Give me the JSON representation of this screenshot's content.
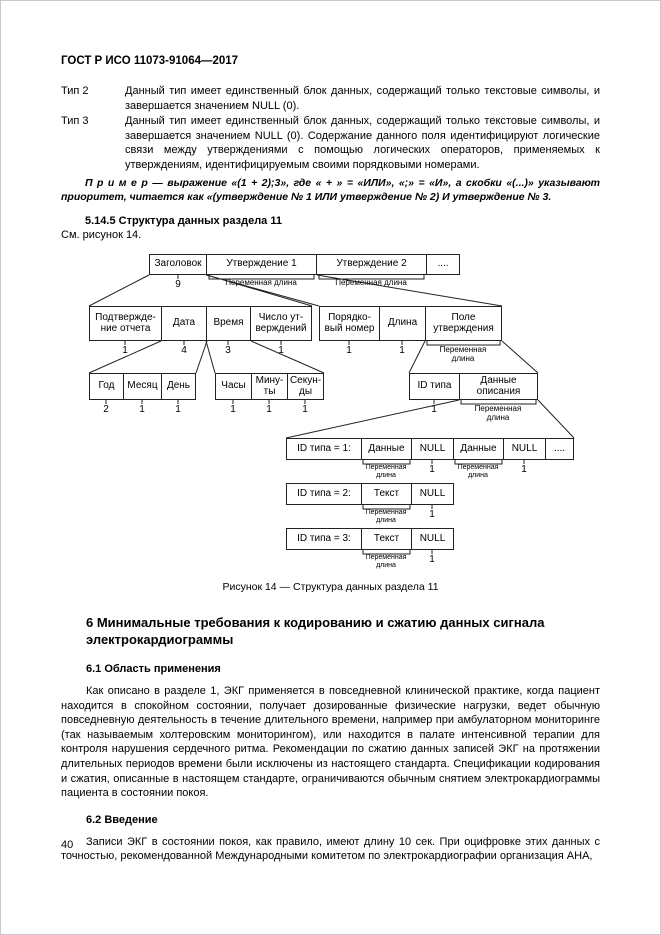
{
  "header": {
    "doc_code": "ГОСТ Р ИСО 11073-91064—2017"
  },
  "definitions": {
    "type2": {
      "term": "Тип 2",
      "text": "Данный тип имеет единственный блок данных, содержащий только текстовые символы, и завершается значением NULL (0)."
    },
    "type3": {
      "term": "Тип 3",
      "text": "Данный тип имеет единственный блок данных, содержащий только текстовые символы, и завершается значением NULL (0). Содержание данного поля идентифицируют логические связи между утверждениями с помощью логических операторов, применяемых к утверждениям, идентифицируемым своими порядковыми номерами."
    }
  },
  "example": {
    "text": "П р и м е р  —  выражение «(1 + 2);3», где « + » = «ИЛИ», «;» = «И», а скобки «(...)» указывают приоритет, читается как «(утверждение № 1 ИЛИ утверждение № 2) И утверждение № 3."
  },
  "section_5_14_5": {
    "title": "5.14.5 Структура данных раздела 11",
    "note": "См. рисунок 14."
  },
  "figure14": {
    "caption": "Рисунок 14 — Структура данных раздела 11",
    "boxes": {
      "header": "Заголовок",
      "statement1": "Утверждение 1",
      "statement2": "Утверждение 2",
      "ellipsis": "....",
      "report_confirm": "Подтвержде-\nние отчета",
      "date": "Дата",
      "time": "Время",
      "statement_count": "Число ут-\nверждений",
      "seq_number": "Порядко-\nвый номер",
      "length": "Длина",
      "statement_field": "Поле\nутверждения",
      "year": "Год",
      "month": "Месяц",
      "day": "День",
      "hours": "Часы",
      "minutes": "Мину-\nты",
      "seconds": "Секун-\nды",
      "id_type": "ID типа",
      "descr_data": "Данные\nописания",
      "id_type1": "ID типа = 1:",
      "id_type2": "ID типа = 2:",
      "id_type3": "ID типа = 3:",
      "data": "Данные",
      "null": "NULL",
      "text": "Текст"
    },
    "sizes": {
      "n9": "9",
      "n1": "1",
      "n2": "2",
      "n3": "3",
      "n4": "4",
      "var_len": "Переменная длина",
      "var_len_2l": "Переменная\nдлина"
    }
  },
  "section6": {
    "title": "6 Минимальные требования к кодированию и сжатию данных сигнала электрокардиограммы",
    "s61": {
      "title": "6.1 Область применения",
      "text": "Как описано в разделе 1, ЭКГ применяется в повседневной клинической практике, когда пациент находится в спокойном состоянии, получает дозированные физические нагрузки, ведет обычную повседневную деятельность в течение длительного времени, например при амбулаторном мониторинге (так называемым холтеровским мониторингом), или находится в палате интенсивной терапии для контроля нарушения сердечного ритма. Рекомендации по сжатию данных записей ЭКГ на протяжении длительных периодов времени были исключены из настоящего стандарта. Спецификации кодирования и сжатия, описанные в настоящем стандарте, ограничиваются обычным снятием электрокардиограммы пациента в состоянии покоя."
    },
    "s62": {
      "title": "6.2 Введение",
      "text": "Записи ЭКГ в состоянии покоя, как правило, имеют длину 10 сек. При оцифровке этих данных с точностью, рекомендованной Международными комитетом по электрокардиографии организация АНА,"
    }
  },
  "footer": {
    "page_number": "40"
  }
}
